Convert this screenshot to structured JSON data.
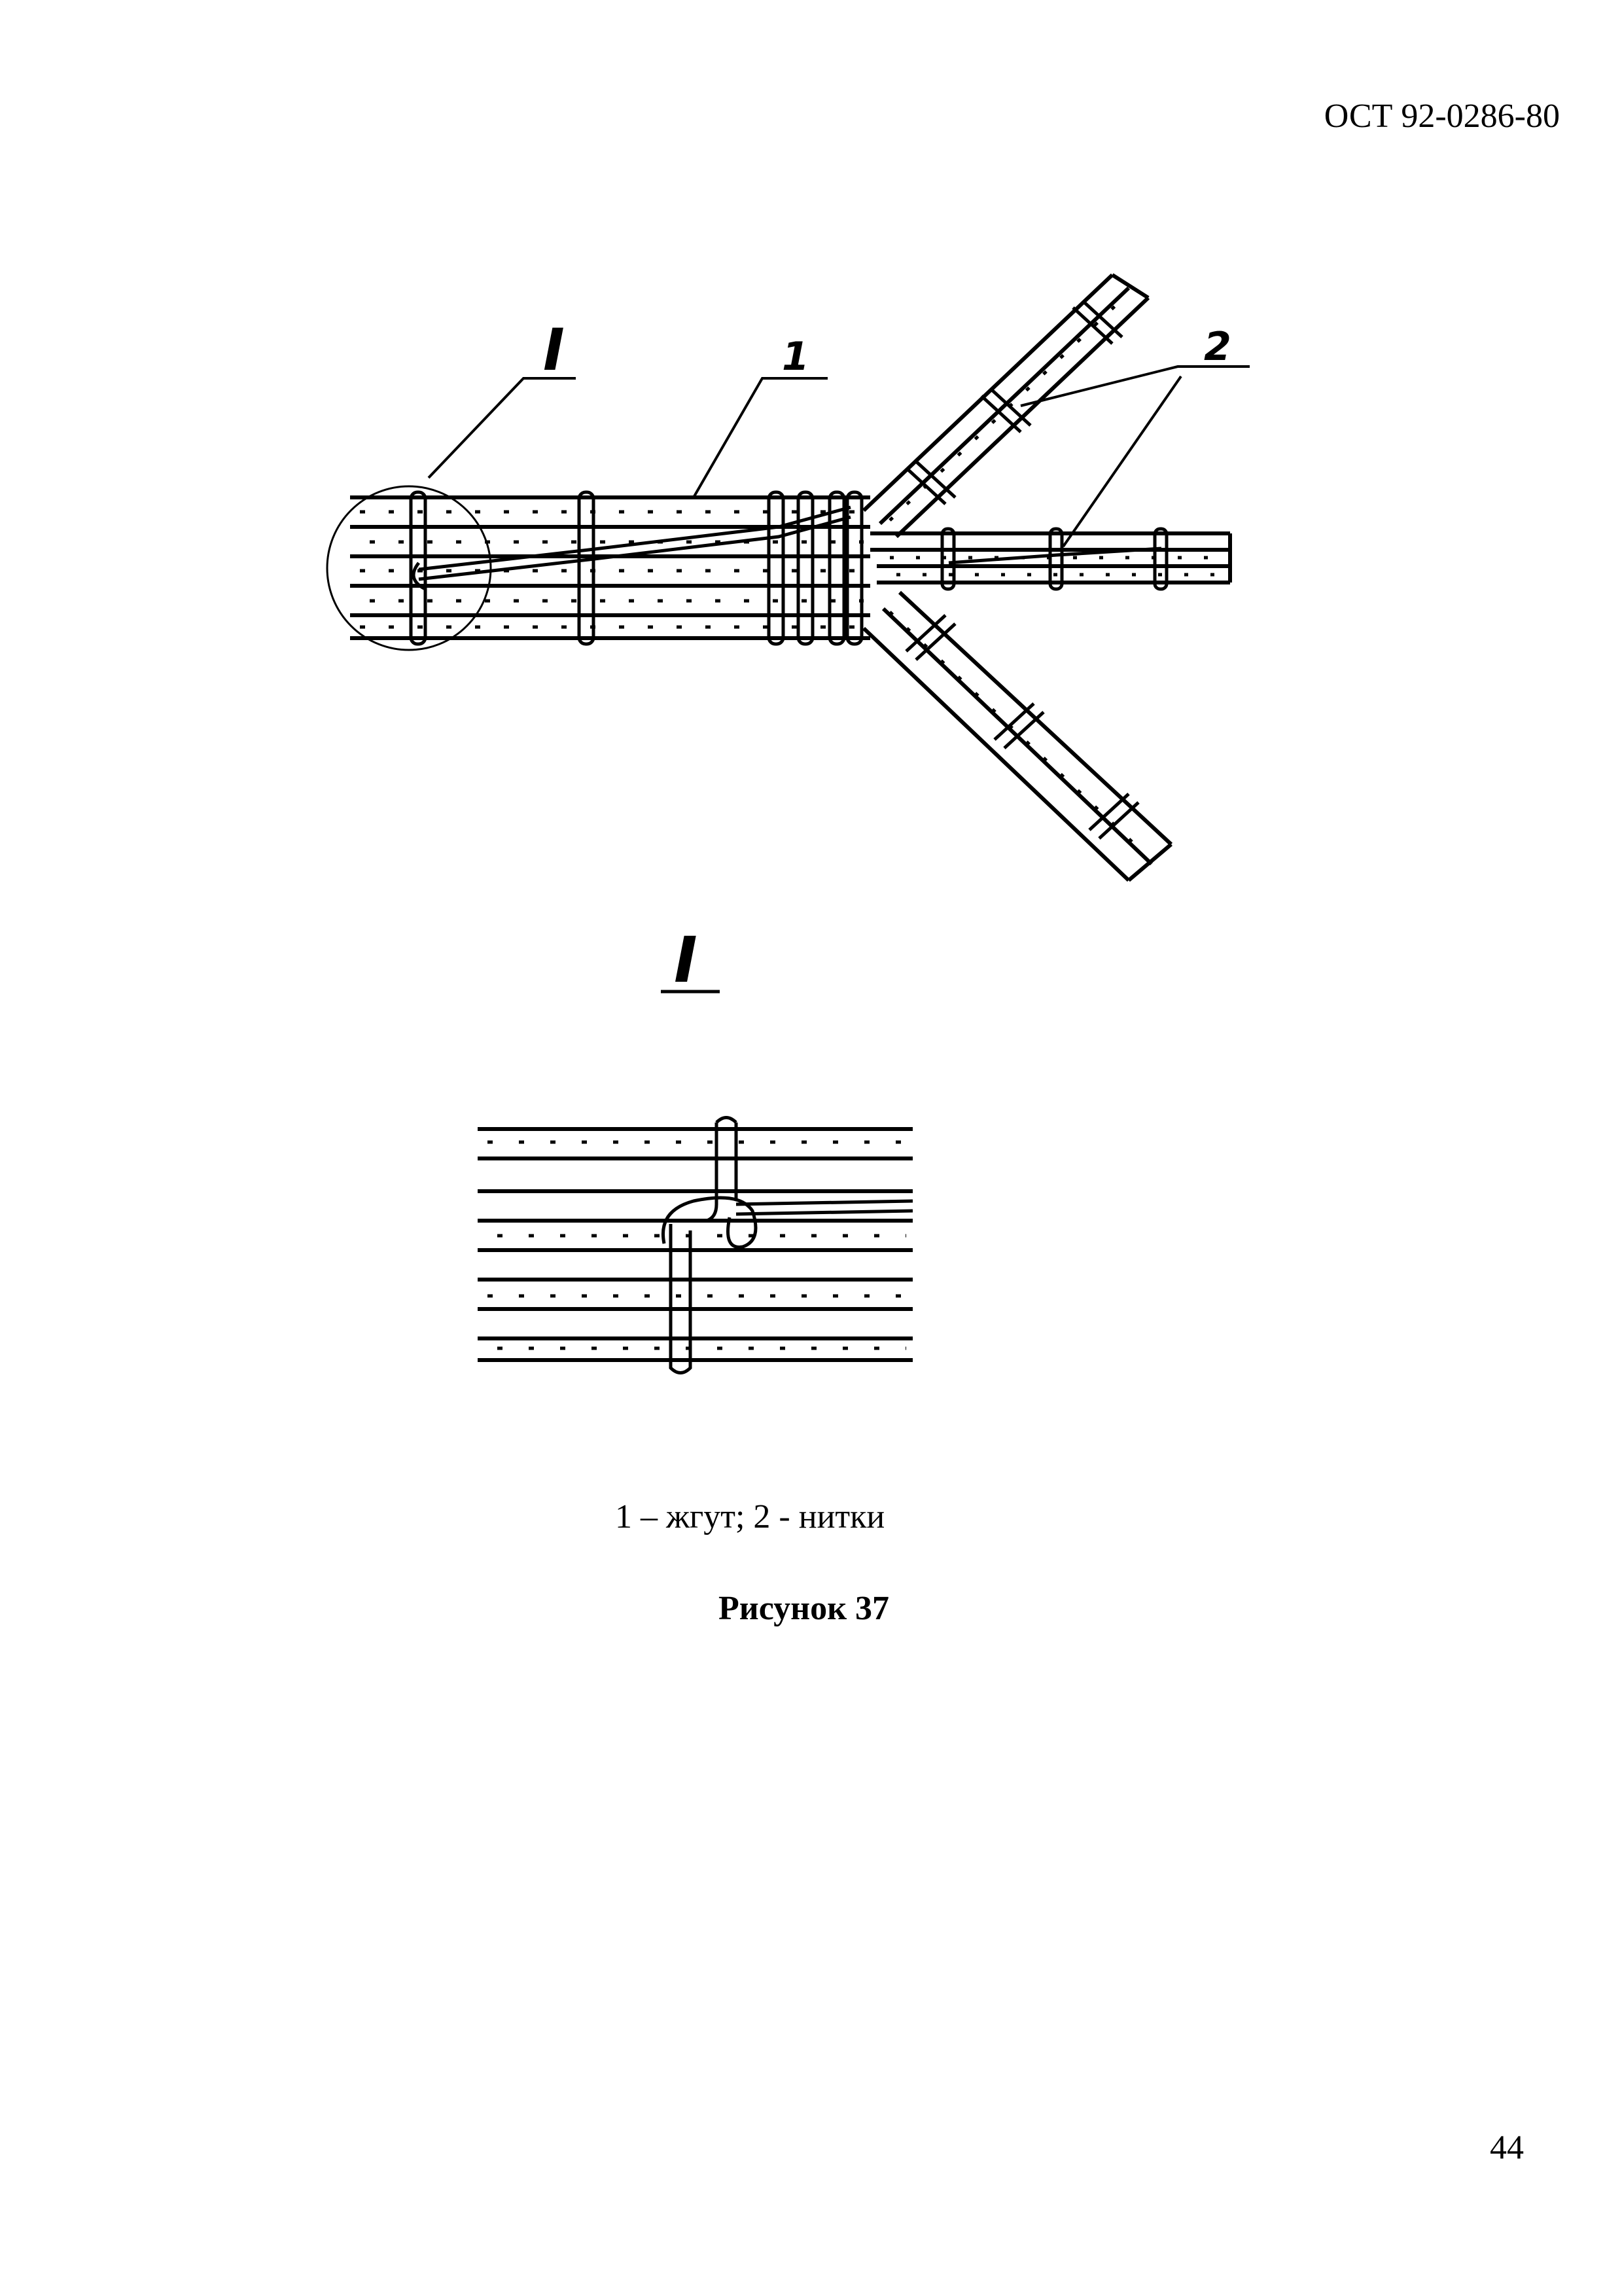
{
  "header": {
    "doc_code": "ОСТ 92-0286-80"
  },
  "figure": {
    "callouts": {
      "detail_marker": "I",
      "part_1": "1",
      "part_2": "2",
      "detail_heading": "I"
    },
    "legend": "1 – жгут;  2 - нитки",
    "title": "Рисунок 37"
  },
  "footer": {
    "page_number": "44"
  }
}
